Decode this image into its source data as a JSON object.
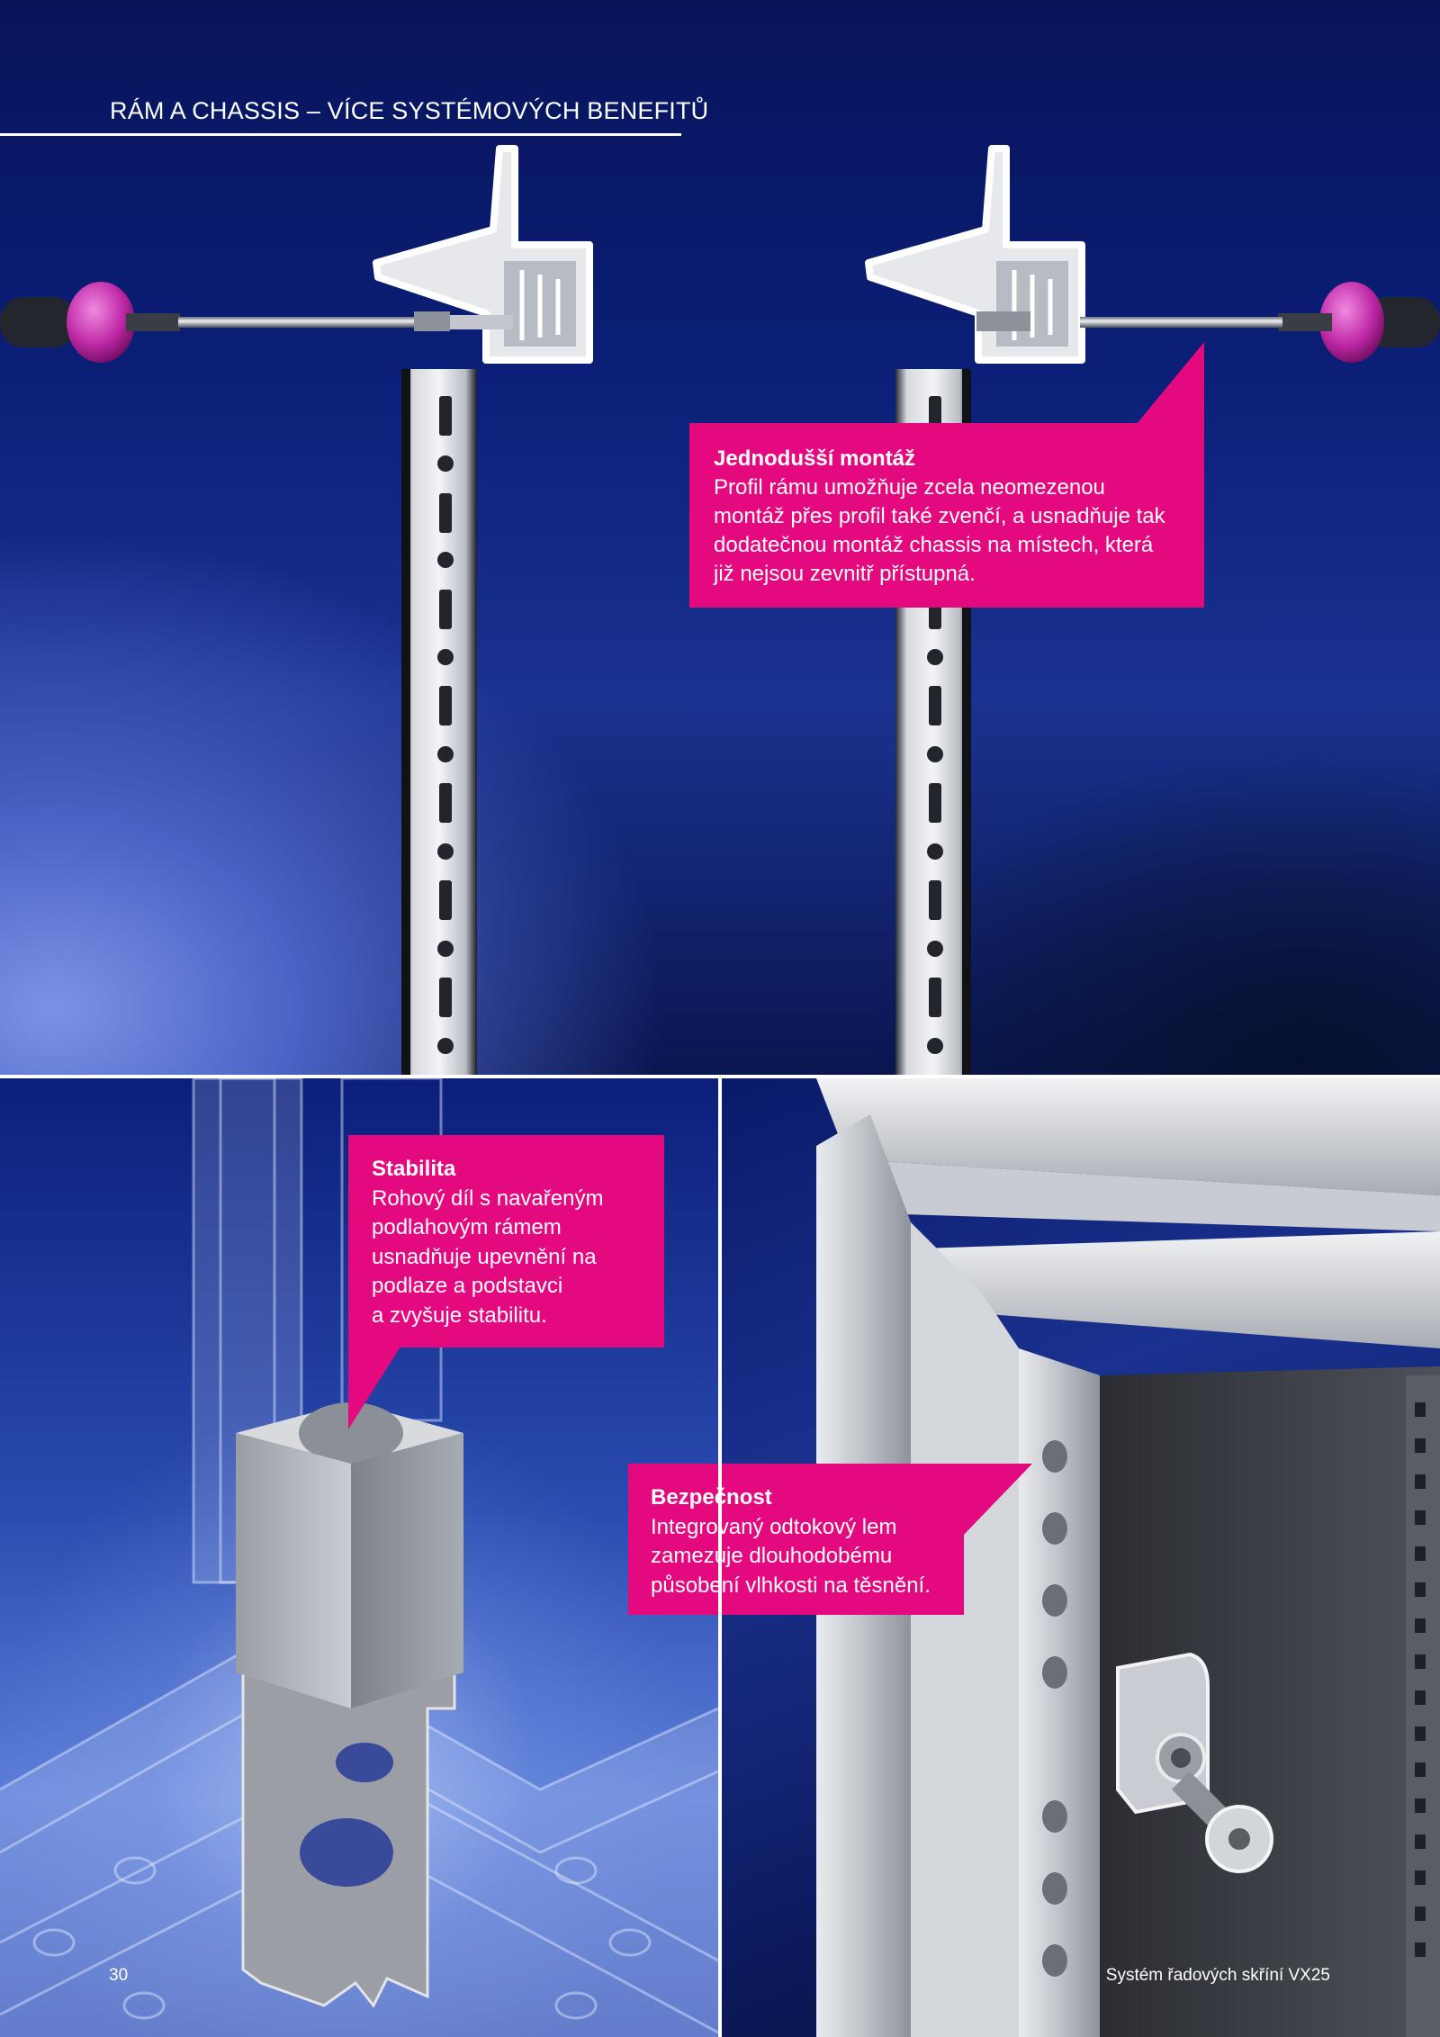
{
  "header": {
    "title": "RÁM A CHASSIS – VÍCE SYSTÉMOVÝCH BENEFITŮ"
  },
  "callouts": {
    "mount": {
      "heading": "Jednodušší montáž",
      "body": "Profil rámu umožňuje zcela neomezenou\nmontáž přes profil také zvenčí, a usnadňuje tak\ndodatečnou montáž chassis na místech, která\njiž nejsou zevnitř přístupná."
    },
    "stability": {
      "heading": "Stabilita",
      "body": "Rohový díl s navařeným\npodlahovým rámem\nusnadňuje upevnění na\npodlaze a podstavci\na zvyšuje stabilitu."
    },
    "safety": {
      "heading": "Bezpečnost",
      "body": "Integrovaný odtokový lem\nzamezuje dlouhodobému\npůsobení vlhkosti na těsnění."
    }
  },
  "footer": {
    "page_number": "30",
    "title": "Systém řadových skříní VX25"
  },
  "colors": {
    "accent_pink": "#e5097f",
    "background_blue": "#0b1f78",
    "text_white": "#ffffff"
  },
  "icons": {
    "screwdriver": "screwdriver-icon",
    "frame_profile": "frame-profile-icon",
    "corner_piece": "corner-piece-icon",
    "enclosure_door": "enclosure-door-icon"
  }
}
